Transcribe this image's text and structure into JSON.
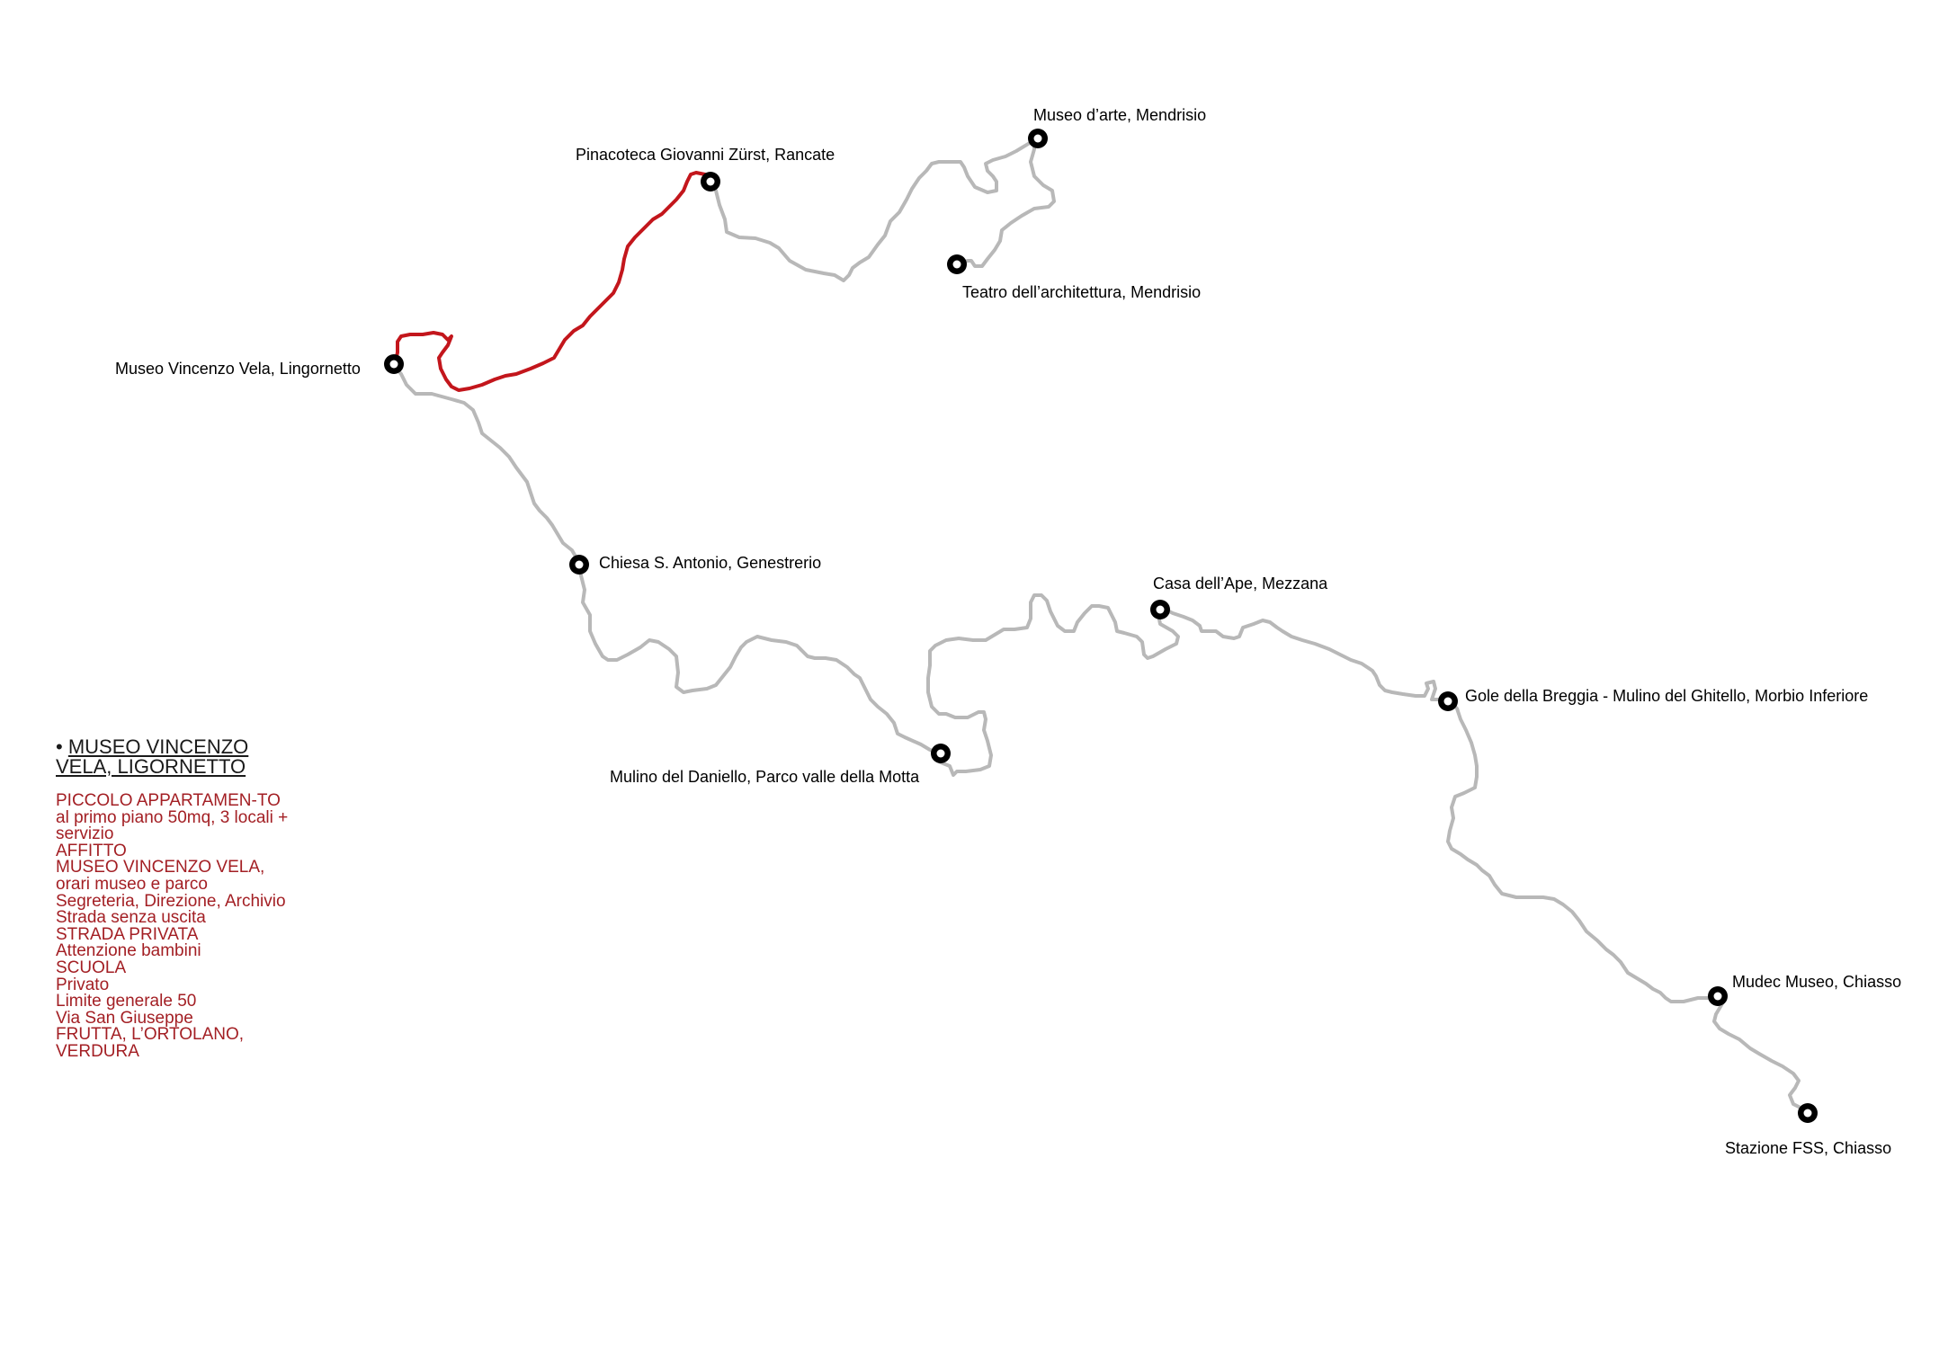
{
  "colors": {
    "route": "#b8b8b8",
    "active_route": "#c3161c",
    "stop_marker": "#000000",
    "info_text": "#a31f24",
    "label_text": "#000000"
  },
  "stops": [
    {
      "id": "museo-arte",
      "name": "Museo d’arte, Mendrisio"
    },
    {
      "id": "pinacoteca",
      "name": "Pinacoteca Giovanni Zürst, Rancate"
    },
    {
      "id": "teatro",
      "name": "Teatro dell’architettura, Mendrisio"
    },
    {
      "id": "museo-vela",
      "name": "Museo Vincenzo Vela, Lingornetto"
    },
    {
      "id": "chiesa",
      "name": "Chiesa S. Antonio, Genestrerio"
    },
    {
      "id": "casa-ape",
      "name": "Casa dell’Ape, Mezzana"
    },
    {
      "id": "gole-breggia",
      "name": "Gole della Breggia - Mulino del Ghitello, Morbio Inferiore"
    },
    {
      "id": "mulino-daniello",
      "name": "Mulino del Daniello, Parco valle della Motta"
    },
    {
      "id": "mudec",
      "name": "Mudec Museo, Chiasso"
    },
    {
      "id": "stazione",
      "name": "Stazione FSS, Chiasso"
    }
  ],
  "info_panel": {
    "bullet": "•",
    "title": "MUSEO VINCENZO VELA, LIGORNETTO",
    "items": [
      "PICCOLO APPARTAMEN-TO al primo piano 50mq, 3 locali + servizio",
      "AFFITTO",
      "MUSEO VINCENZO VELA, orari museo e parco",
      "Segreteria, Direzione, Archivio",
      "Strada senza uscita",
      "STRADA PRIVATA",
      "Attenzione bambini",
      "SCUOLA",
      "Privato",
      "Limite generale 50",
      "Via San Giuseppe",
      "FRUTTA, L’ORTOLANO, VERDURA"
    ]
  }
}
